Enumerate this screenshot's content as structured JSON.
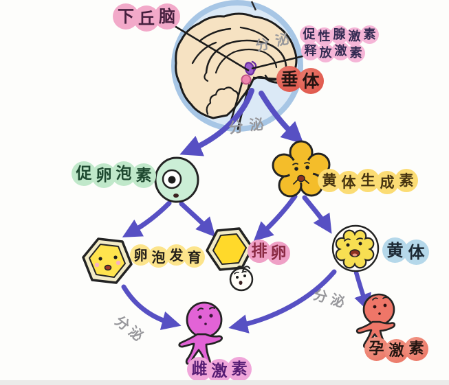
{
  "labels": {
    "hypothalamus": "下丘脑",
    "gnrh_line1": "促性腺激素",
    "gnrh_line2": "释放激素",
    "pituitary": "垂体",
    "secretion": "分泌",
    "fsh": "促卵泡素",
    "lh": "黄体生成素",
    "follicle_development": "卵泡发育",
    "ovulation": "排卵",
    "corpus_luteum": "黄体",
    "estrogen": "雌激素",
    "progesterone": "孕激素"
  },
  "icons": {
    "brain-icon": "cartoon brain inside light-blue head outline",
    "pituitary-icon": "purple gland with pink bulb",
    "egg-cell-icon": "green cell with nucleus (FSH)",
    "flower-icon": "yellow five-petal flower with face (LH)",
    "follicle-hexagon-icon": "yellow hexagon with smiling face",
    "ovulation-hexagon-icon": "plain yellow hexagon",
    "ovum-icon": "small white egg with face",
    "corpus-luteum-icon": "fluffy yellow ball inside circle",
    "estrogen-figure-icon": "magenta humanoid figure",
    "progesterone-figure-icon": "salmon-red humanoid figure",
    "arrow-icon": "curved blue-violet arrow"
  },
  "connections": [
    {
      "from": "hypothalamus",
      "to": "pituitary",
      "label": "促性腺激素释放激素"
    },
    {
      "from": "pituitary",
      "to": "fsh",
      "label": "分泌"
    },
    {
      "from": "pituitary",
      "to": "lh",
      "label": "分泌"
    },
    {
      "from": "fsh",
      "to": "follicle_development"
    },
    {
      "from": "fsh",
      "to": "ovulation"
    },
    {
      "from": "lh",
      "to": "ovulation"
    },
    {
      "from": "lh",
      "to": "corpus_luteum"
    },
    {
      "from": "follicle_development",
      "to": "estrogen",
      "label": "分泌"
    },
    {
      "from": "corpus_luteum",
      "to": "estrogen",
      "label": "分泌"
    },
    {
      "from": "corpus_luteum",
      "to": "progesterone",
      "label": "分泌"
    }
  ],
  "colors": {
    "arrow": "#5750c3",
    "secretion_text": "#97979b",
    "hypothalamus_bubble": "#f2a9c9",
    "gnrh_highlight": "#f5b5d7",
    "pituitary_bubble": "#dd4f43",
    "fsh_bubble": "#c0e8ca",
    "lh_bubble": "#fbdc74",
    "follicle_bubble": "#fce48b",
    "ovulation_bubble": "#efa0c6",
    "luteum_bubble": "#b5d8ea",
    "estrogen_bubble": "#f0a6da",
    "progesterone_bubble": "#e9705f",
    "cell_green": "#cbeed6",
    "flower_yellow": "#f4bd2a",
    "hexagon_yellow": "#ffe44e",
    "luteum_yellow": "#f7df52",
    "estrogen_figure": "#e263d6",
    "progesterone_figure": "#ef7668",
    "brain_fill": "#f6e2c2",
    "head_fill": "#dbe9f6"
  }
}
